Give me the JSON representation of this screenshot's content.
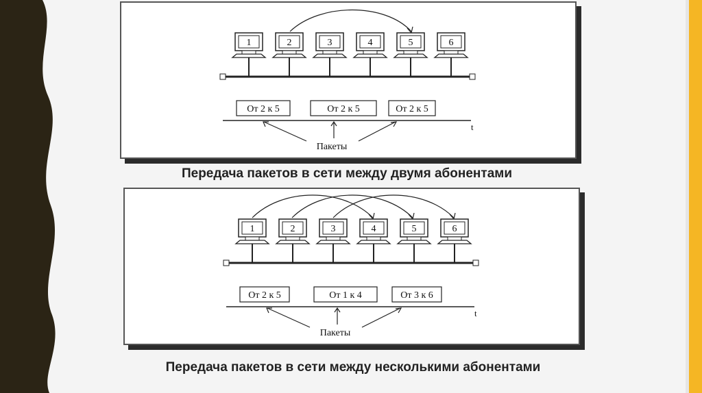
{
  "slide": {
    "colors": {
      "left_strip": "#2b2415",
      "right_accent": "#f5b624",
      "background": "#f4f4f4"
    }
  },
  "diagram1": {
    "computers": [
      "1",
      "2",
      "3",
      "4",
      "5",
      "6"
    ],
    "packets": [
      "От 2 к 5",
      "От 2 к 5",
      "От 2 к 5"
    ],
    "packets_label": "Пакеты",
    "time_label": "t"
  },
  "caption1": "Передача пакетов в сети между двумя абонентами",
  "diagram2": {
    "computers": [
      "1",
      "2",
      "3",
      "4",
      "5",
      "6"
    ],
    "packets": [
      "От 2 к 5",
      "От 1 к 4",
      "От 3 к 6"
    ],
    "packets_label": "Пакеты",
    "time_label": "t"
  },
  "caption2": "Передача пакетов в сети между несколькими абонентами"
}
